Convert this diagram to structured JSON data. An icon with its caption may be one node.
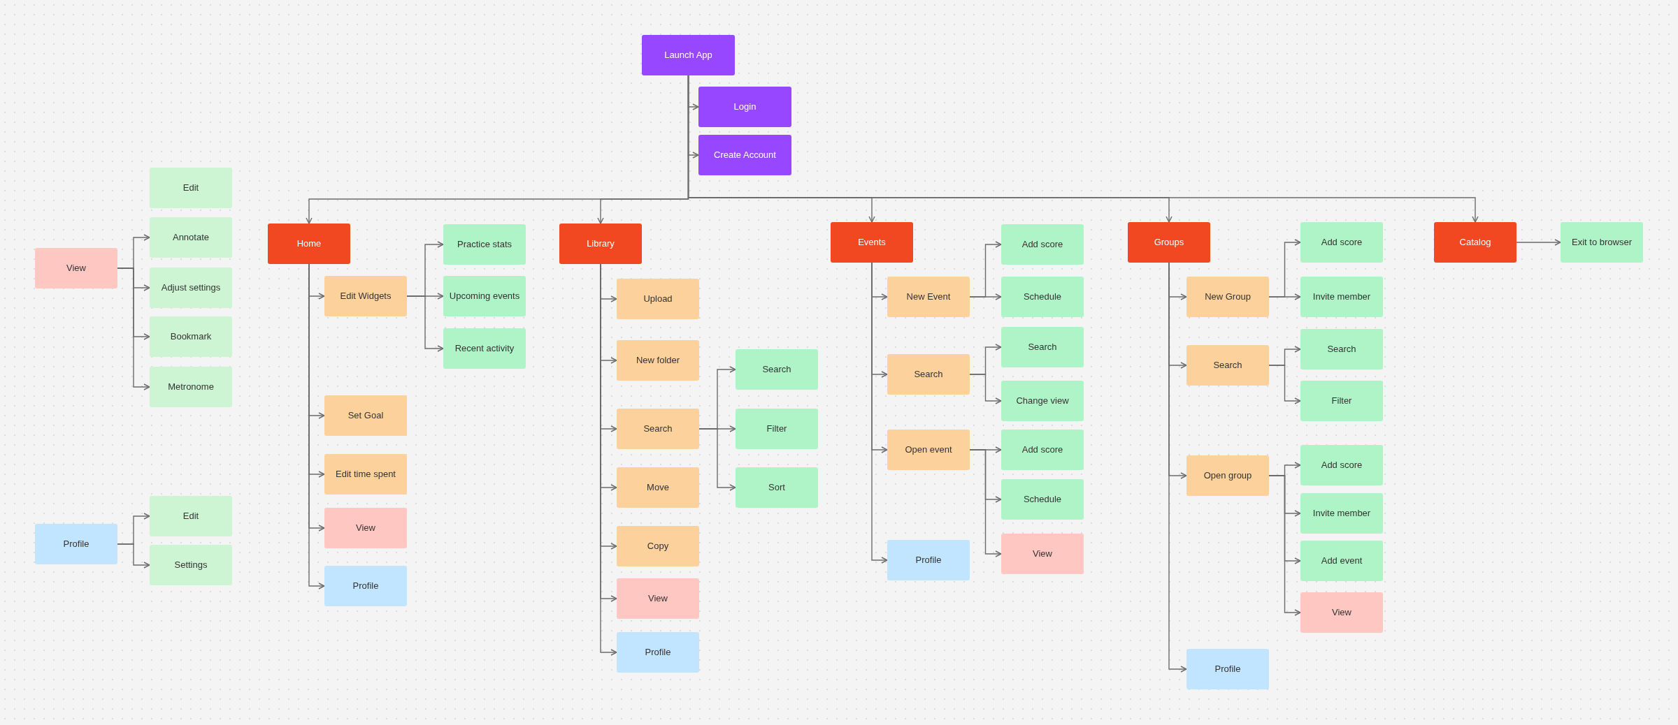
{
  "diagram": {
    "nodes": [
      {
        "text": [
          "Launch App"
        ]
      },
      {
        "text": [
          "Login"
        ]
      },
      {
        "text": [
          "Create Account"
        ]
      },
      {
        "text": [
          "Home"
        ]
      },
      {
        "text": [
          "Edit Widgets"
        ]
      },
      {
        "text": [
          "Practice stats"
        ]
      },
      {
        "text": [
          "Upcoming events"
        ]
      },
      {
        "text": [
          "Recent activity"
        ]
      },
      {
        "text": [
          "Set Goal"
        ]
      },
      {
        "text": [
          "Edit time spent"
        ]
      },
      {
        "text": [
          "View"
        ]
      },
      {
        "text": [
          "Profile"
        ]
      },
      {
        "text": [
          "Library"
        ]
      },
      {
        "text": [
          "Upload"
        ]
      },
      {
        "text": [
          "New folder"
        ]
      },
      {
        "text": [
          "Search"
        ]
      },
      {
        "text": [
          "Move"
        ]
      },
      {
        "text": [
          "Copy"
        ]
      },
      {
        "text": [
          "View"
        ]
      },
      {
        "text": [
          "Profile"
        ]
      },
      {
        "text": [
          "Search"
        ]
      },
      {
        "text": [
          "Filter"
        ]
      },
      {
        "text": [
          "Sort"
        ]
      },
      {
        "text": [
          "Events"
        ]
      },
      {
        "text": [
          "New Event"
        ]
      },
      {
        "text": [
          "Add score"
        ]
      },
      {
        "text": [
          "Schedule"
        ]
      },
      {
        "text": [
          "Search"
        ]
      },
      {
        "text": [
          "Search"
        ]
      },
      {
        "text": [
          "Change view"
        ]
      },
      {
        "text": [
          "Open event"
        ]
      },
      {
        "text": [
          "Add score"
        ]
      },
      {
        "text": [
          "Schedule"
        ]
      },
      {
        "text": [
          "View"
        ]
      },
      {
        "text": [
          "Profile"
        ]
      },
      {
        "text": [
          "Groups"
        ]
      },
      {
        "text": [
          "New Group"
        ]
      },
      {
        "text": [
          "Add score"
        ]
      },
      {
        "text": [
          "Invite member"
        ]
      },
      {
        "text": [
          "Search"
        ]
      },
      {
        "text": [
          "Search"
        ]
      },
      {
        "text": [
          "Filter"
        ]
      },
      {
        "text": [
          "Open group"
        ]
      },
      {
        "text": [
          "Add score"
        ]
      },
      {
        "text": [
          "Invite member"
        ]
      },
      {
        "text": [
          "Add event"
        ]
      },
      {
        "text": [
          "View"
        ]
      },
      {
        "text": [
          "Profile"
        ]
      },
      {
        "text": [
          "Catalog"
        ]
      },
      {
        "text": [
          "Exit to browser"
        ]
      },
      {
        "text": [
          "View"
        ]
      },
      {
        "text": [
          "Edit"
        ]
      },
      {
        "text": [
          "Annotate"
        ]
      },
      {
        "text": [
          "Adjust settings"
        ]
      },
      {
        "text": [
          "Bookmark"
        ]
      },
      {
        "text": [
          "Metronome"
        ]
      },
      {
        "text": [
          "Profile"
        ]
      },
      {
        "text": [
          "Edit"
        ]
      },
      {
        "text": [
          "Settings"
        ]
      }
    ],
    "edges": [
      {
        "from": 0,
        "to": 1,
        "arrow": "to"
      },
      {
        "from": 0,
        "to": 2,
        "arrow": "to"
      },
      {
        "from": 0,
        "to": 3,
        "arrow": "to"
      },
      {
        "from": 0,
        "to": 12,
        "arrow": "to"
      },
      {
        "from": 0,
        "to": 23,
        "arrow": "to"
      },
      {
        "from": 0,
        "to": 35,
        "arrow": "to"
      },
      {
        "from": 0,
        "to": 48,
        "arrow": "to"
      },
      {
        "from": 3,
        "to": 4,
        "arrow": "to"
      },
      {
        "from": 3,
        "to": 8,
        "arrow": "to"
      },
      {
        "from": 3,
        "to": 9,
        "arrow": "to"
      },
      {
        "from": 3,
        "to": 10,
        "arrow": "to"
      },
      {
        "from": 3,
        "to": 11,
        "arrow": "to"
      },
      {
        "from": 4,
        "to": 5,
        "arrow": "to"
      },
      {
        "from": 4,
        "to": 6,
        "arrow": "to"
      },
      {
        "from": 4,
        "to": 7,
        "arrow": "to"
      },
      {
        "from": 12,
        "to": 13,
        "arrow": "to"
      },
      {
        "from": 12,
        "to": 14,
        "arrow": "to"
      },
      {
        "from": 12,
        "to": 15,
        "arrow": "to"
      },
      {
        "from": 12,
        "to": 16,
        "arrow": "to"
      },
      {
        "from": 12,
        "to": 17,
        "arrow": "to"
      },
      {
        "from": 12,
        "to": 18,
        "arrow": "to"
      },
      {
        "from": 12,
        "to": 19,
        "arrow": "to"
      },
      {
        "from": 15,
        "to": 20,
        "arrow": "to"
      },
      {
        "from": 15,
        "to": 21,
        "arrow": "to"
      },
      {
        "from": 15,
        "to": 22,
        "arrow": "to"
      },
      {
        "from": 23,
        "to": 24,
        "arrow": "to"
      },
      {
        "from": 23,
        "to": 27,
        "arrow": "to"
      },
      {
        "from": 23,
        "to": 30,
        "arrow": "to"
      },
      {
        "from": 23,
        "to": 34,
        "arrow": "to"
      },
      {
        "from": 24,
        "to": 25,
        "arrow": "to"
      },
      {
        "from": 24,
        "to": 26,
        "arrow": "to"
      },
      {
        "from": 27,
        "to": 28,
        "arrow": "to"
      },
      {
        "from": 27,
        "to": 29,
        "arrow": "to"
      },
      {
        "from": 30,
        "to": 31,
        "arrow": "to"
      },
      {
        "from": 30,
        "to": 32,
        "arrow": "to"
      },
      {
        "from": 30,
        "to": 33,
        "arrow": "to"
      },
      {
        "from": 35,
        "to": 36,
        "arrow": "to"
      },
      {
        "from": 35,
        "to": 39,
        "arrow": "to"
      },
      {
        "from": 35,
        "to": 42,
        "arrow": "to"
      },
      {
        "from": 35,
        "to": 47,
        "arrow": "to"
      },
      {
        "from": 36,
        "to": 37,
        "arrow": "to"
      },
      {
        "from": 36,
        "to": 38,
        "arrow": "to"
      },
      {
        "from": 39,
        "to": 40,
        "arrow": "to"
      },
      {
        "from": 39,
        "to": 41,
        "arrow": "to"
      },
      {
        "from": 42,
        "to": 43,
        "arrow": "to"
      },
      {
        "from": 42,
        "to": 44,
        "arrow": "to"
      },
      {
        "from": 42,
        "to": 45,
        "arrow": "to"
      },
      {
        "from": 42,
        "to": 46,
        "arrow": "to"
      },
      {
        "from": 48,
        "to": 49,
        "arrow": "to"
      },
      {
        "from": 50,
        "to": 52,
        "arrow": "to"
      },
      {
        "from": 50,
        "to": 53,
        "arrow": "to"
      },
      {
        "from": 50,
        "to": 54,
        "arrow": "to"
      },
      {
        "from": 50,
        "to": 55,
        "arrow": "to"
      },
      {
        "from": 56,
        "to": 57,
        "arrow": "to"
      },
      {
        "from": 56,
        "to": 58,
        "arrow": "to"
      }
    ]
  }
}
